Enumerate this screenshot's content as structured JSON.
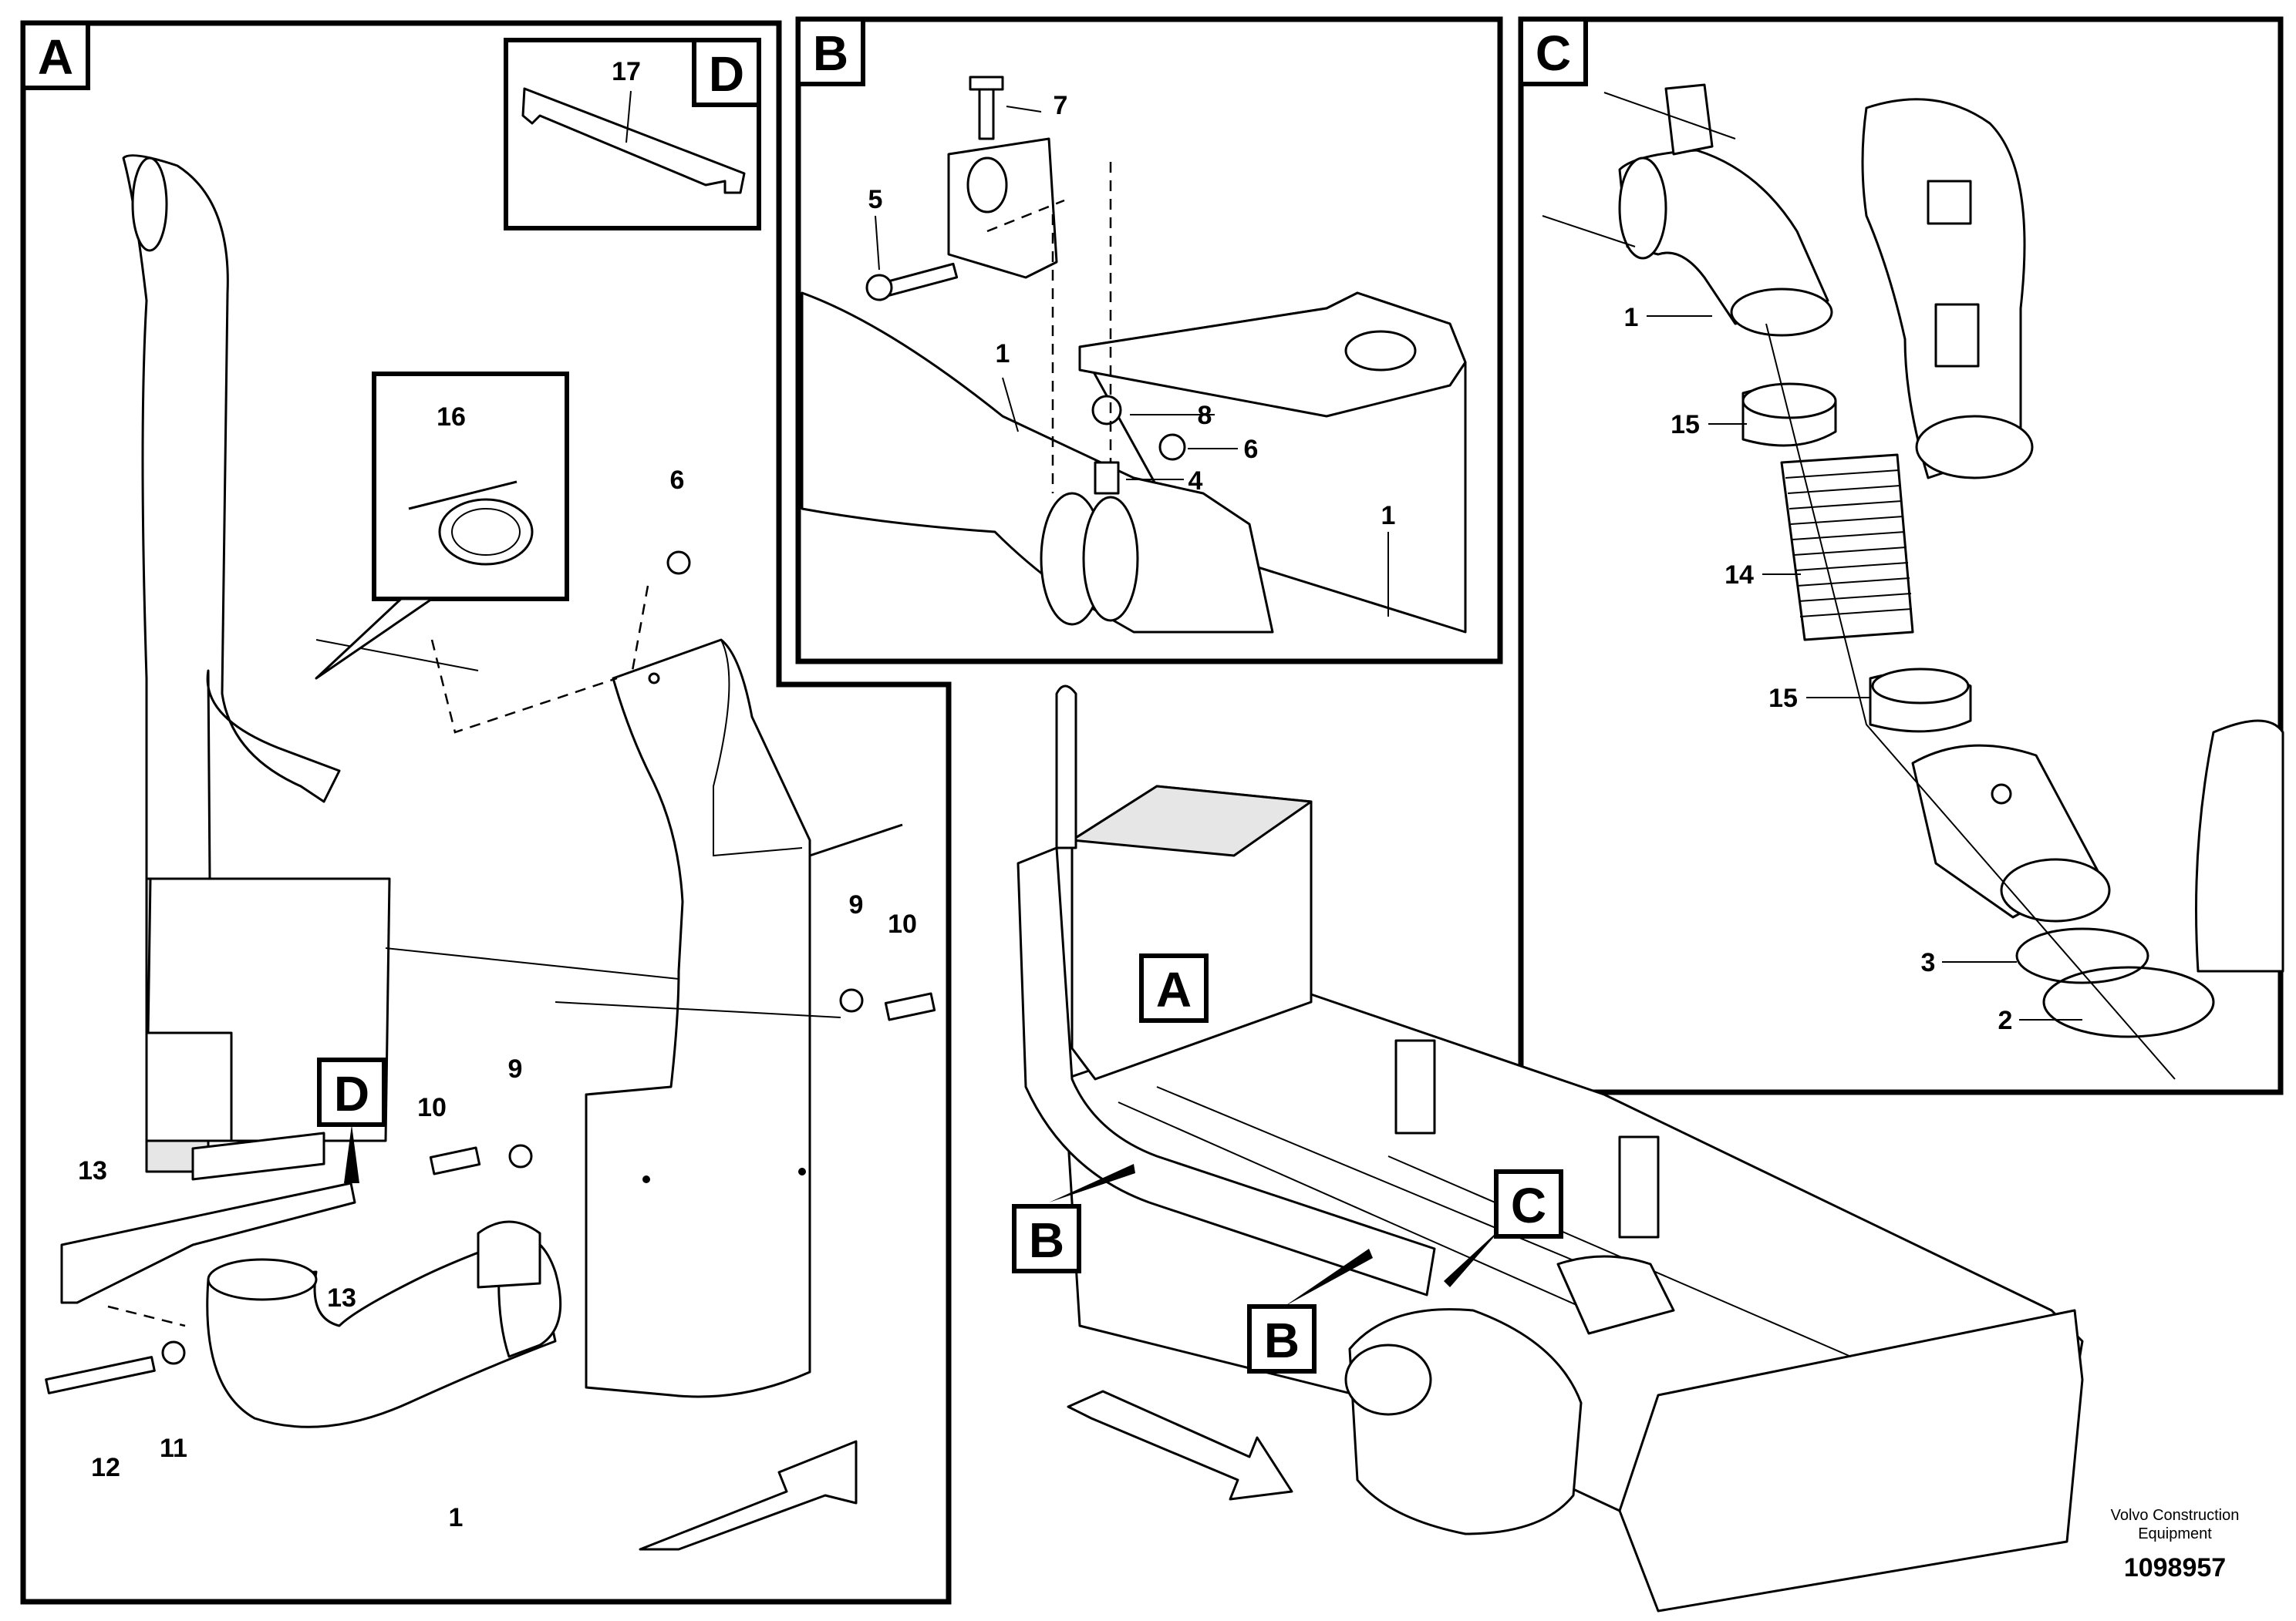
{
  "panels": {
    "A": {
      "tag": "A"
    },
    "B": {
      "tag": "B"
    },
    "C": {
      "tag": "C"
    },
    "D_inset": {
      "tag": "D"
    }
  },
  "callouts_overview": {
    "A": "A",
    "B1": "B",
    "B2": "B",
    "C": "C"
  },
  "callouts_panel_a": {
    "D": "D"
  },
  "part_labels": {
    "a": {
      "p1": "1",
      "p6": "6",
      "p9a": "9",
      "p9b": "9",
      "p10a": "10",
      "p10b": "10",
      "p11": "11",
      "p12": "12",
      "p13a": "13",
      "p13b": "13",
      "p16": "16",
      "p17": "17"
    },
    "b": {
      "p1a": "1",
      "p1b": "1",
      "p4": "4",
      "p5": "5",
      "p6": "6",
      "p7": "7",
      "p8": "8"
    },
    "c": {
      "p1": "1",
      "p2": "2",
      "p3": "3",
      "p14": "14",
      "p15a": "15",
      "p15b": "15"
    }
  },
  "footer": {
    "company_line1": "Volvo Construction",
    "company_line2": "Equipment",
    "drawing_number": "1098957"
  },
  "colors": {
    "line": "#000000",
    "background": "#ffffff",
    "shade": "#e6e6e6"
  }
}
